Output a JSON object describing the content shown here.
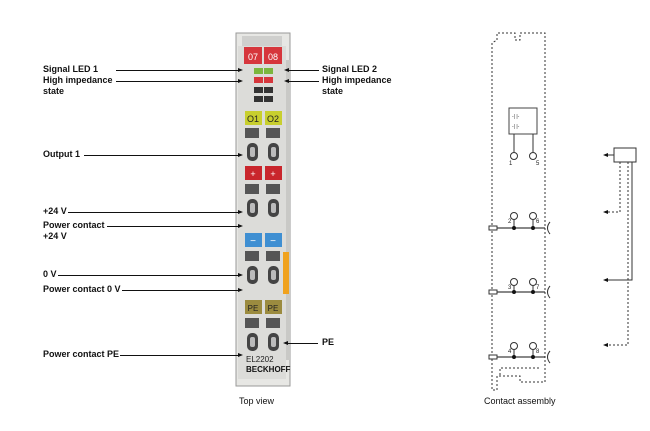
{
  "labels": {
    "signal_led_1": "Signal LED 1",
    "high_impedance_left_1": "High impedance",
    "high_impedance_left_2": "state",
    "signal_led_2": "Signal LED 2",
    "high_impedance_right_1": "High impedance",
    "high_impedance_right_2": "state",
    "output_1": "Output 1",
    "plus_24v": "+24 V",
    "power_contact_24v_1": "Power contact",
    "power_contact_24v_2": "+24 V",
    "zero_v": "0 V",
    "power_contact_0v": "Power contact 0 V",
    "power_contact_pe": "Power contact PE",
    "pe_right": "PE"
  },
  "terminal": {
    "led_labels": [
      "07",
      "08"
    ],
    "output_labels": [
      "O1",
      "O2"
    ],
    "plus_labels": [
      "+",
      "+"
    ],
    "minus_labels": [
      "−",
      "−"
    ],
    "pe_labels": [
      "PE",
      "PE"
    ],
    "model": "EL2202",
    "brand": "BECKHOFF"
  },
  "contacts": {
    "numbers": [
      "1",
      "5",
      "2",
      "6",
      "3",
      "7",
      "4",
      "8"
    ]
  },
  "captions": {
    "top_view": "Top view",
    "contact_assembly": "Contact assembly"
  },
  "colors": {
    "led_red": "#d6363c",
    "output_yellow": "#c8cf2e",
    "plus_red": "#c9262c",
    "minus_blue": "#3f8fd2",
    "pe_olive": "#9b8b3f",
    "side_orange": "#f0a21e",
    "housing_gray": "#ddddda"
  }
}
